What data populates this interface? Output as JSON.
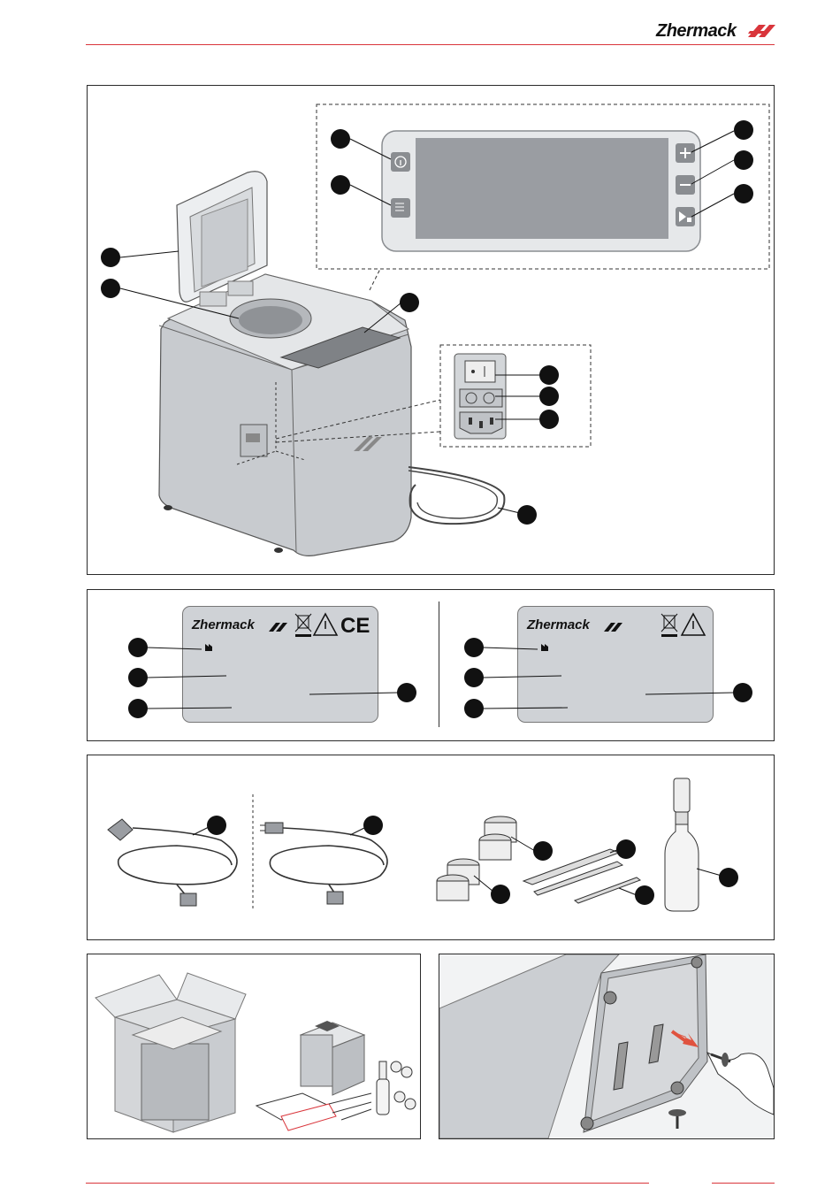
{
  "header": {
    "brand": "Zhermack",
    "logo_icon": "zhermack-double-slash-logo-icon",
    "accent_color": "#d9353b"
  },
  "figures": {
    "device_overview": {
      "icons": [
        "lid-icon",
        "mixing-cup-holder-icon",
        "info-button-icon",
        "menu-button-icon",
        "plus-button-icon",
        "minus-button-icon",
        "start-stop-button-icon",
        "power-switch-icon",
        "fuse-holder-icon",
        "power-socket-icon",
        "power-cord-icon"
      ]
    },
    "nameplates": {
      "left": {
        "brand": "Zhermack",
        "icons": [
          "manufacturer-icon",
          "weee-bin-icon",
          "warning-triangle-icon",
          "ce-mark-icon"
        ],
        "ce_text": "CE"
      },
      "right": {
        "brand": "Zhermack",
        "icons": [
          "manufacturer-icon",
          "weee-bin-icon",
          "warning-triangle-icon"
        ]
      }
    },
    "accessories": {
      "icons": [
        "eu-power-cord-icon",
        "us-power-cord-icon",
        "mixing-capsules-icon",
        "spatula-icon",
        "spatula-thin-icon",
        "bottle-icon"
      ]
    },
    "packaging": {
      "icons": [
        "shipping-box-icon",
        "device-small-icon",
        "manual-icon",
        "capsules-small-icon"
      ]
    },
    "transport_lock": {
      "icons": [
        "device-bottom-icon",
        "transport-screw-icon",
        "hand-icon",
        "direction-arrow-icon"
      ]
    }
  }
}
